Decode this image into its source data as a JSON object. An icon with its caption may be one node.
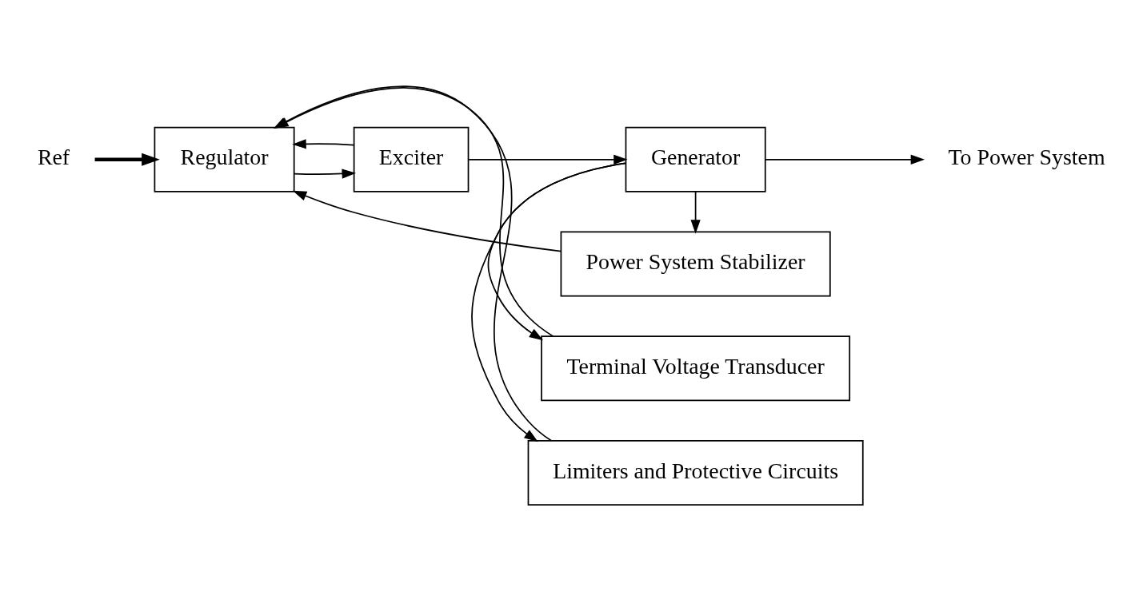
{
  "diagram": {
    "nodes": [
      {
        "text": [
          "Limiters and Protective Circuits"
        ]
      },
      {
        "text": [
          "Terminal Voltage Transducer"
        ]
      },
      {
        "text": [
          "Regulator"
        ]
      },
      {
        "text": [
          "Exciter"
        ]
      },
      {
        "text": [
          "Generator"
        ]
      },
      {
        "text": [
          "Power System Stabilizer"
        ]
      },
      {
        "text": [
          "Ref"
        ]
      },
      {
        "text": [
          "To Power System"
        ]
      }
    ],
    "edges": [
      {
        "from": 0,
        "to": 2,
        "arrow": "to"
      },
      {
        "from": 1,
        "to": 2,
        "arrow": "to"
      },
      {
        "from": 6,
        "to": 2,
        "arrow": "to",
        "style": "thick"
      },
      {
        "from": 5,
        "to": 2,
        "arrow": "to"
      },
      {
        "from": 3,
        "to": 2,
        "arrow": "to"
      },
      {
        "from": 2,
        "to": 3,
        "arrow": "to"
      },
      {
        "from": 3,
        "to": 4,
        "arrow": "to"
      },
      {
        "from": 4,
        "to": 7,
        "arrow": "to"
      },
      {
        "from": 4,
        "to": 0,
        "arrow": "to"
      },
      {
        "from": 4,
        "to": 1,
        "arrow": "to"
      },
      {
        "from": 4,
        "to": 5,
        "arrow": "to"
      }
    ]
  }
}
